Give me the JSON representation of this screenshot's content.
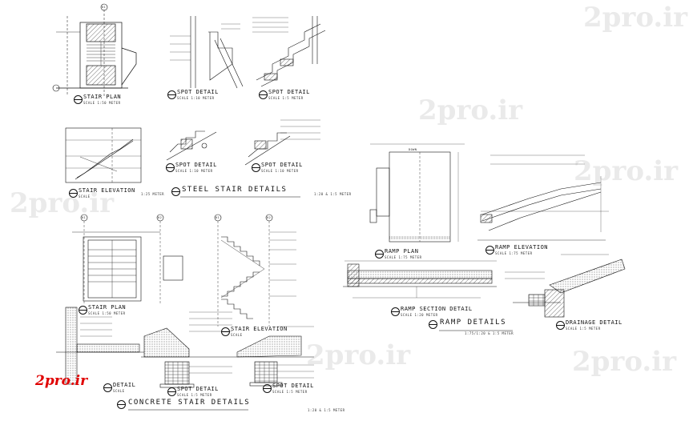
{
  "watermark_text": "2pro.ir",
  "logo_text": "2pro.ir",
  "steel": {
    "group_title": "STEEL STAIR DETAILS",
    "group_scale": "1:25 METER",
    "group_scale_right": "1:20 & 1:5 METER",
    "stair_plan": {
      "title": "STAIR PLAN",
      "scale": "SCALE    1:50 METER"
    },
    "spot_detail_1": {
      "title": "SPOT DETAIL",
      "scale": "SCALE    1:10 METER"
    },
    "spot_detail_2": {
      "title": "SPOT DETAIL",
      "scale": "SCALE    1:5 METER"
    },
    "stair_elevation": {
      "title": "STAIR ELEVATION",
      "scale": "SCALE"
    },
    "spot_detail_3": {
      "title": "SPOT DETAIL",
      "scale": "SCALE    1:10 METER"
    },
    "spot_detail_4": {
      "title": "SPOT DETAIL",
      "scale": "SCALE    1:10 METER"
    }
  },
  "concrete": {
    "group_title": "CONCRETE STAIR DETAILS",
    "group_scale": "1:20 & 1:5 METER",
    "stair_plan": {
      "title": "STAIR PLAN",
      "scale": "SCALE    1:50 METER"
    },
    "stair_elevation": {
      "title": "STAIR ELEVATION",
      "scale": "SCALE"
    },
    "spot_detail_1": {
      "title": "SPOT DETAIL",
      "scale": "SCALE    1:5 METER"
    },
    "spot_detail_2": {
      "title": "SPOT DETAIL",
      "scale": "SCALE    1:5 METER"
    },
    "detail": {
      "title": "DETAIL",
      "scale": "SCALE"
    }
  },
  "ramp": {
    "group_title": "RAMP DETAILS",
    "group_scale": "1:75/1:20 & 1:5 METER",
    "ramp_plan": {
      "title": "RAMP PLAN",
      "scale": "SCALE    1:75 METER"
    },
    "ramp_elevation": {
      "title": "RAMP ELEVATION",
      "scale": "SCALE    1:75 METER"
    },
    "ramp_section": {
      "title": "RAMP SECTION DETAIL",
      "scale": "SCALE    1:20 METER"
    },
    "drainage_detail": {
      "title": "DRAINAGE DETAIL",
      "scale": "SCALE    1:5 METER"
    },
    "plan_label": "DOWN"
  },
  "grid_bubbles": [
    "01",
    "02",
    "A",
    "B",
    "C"
  ]
}
